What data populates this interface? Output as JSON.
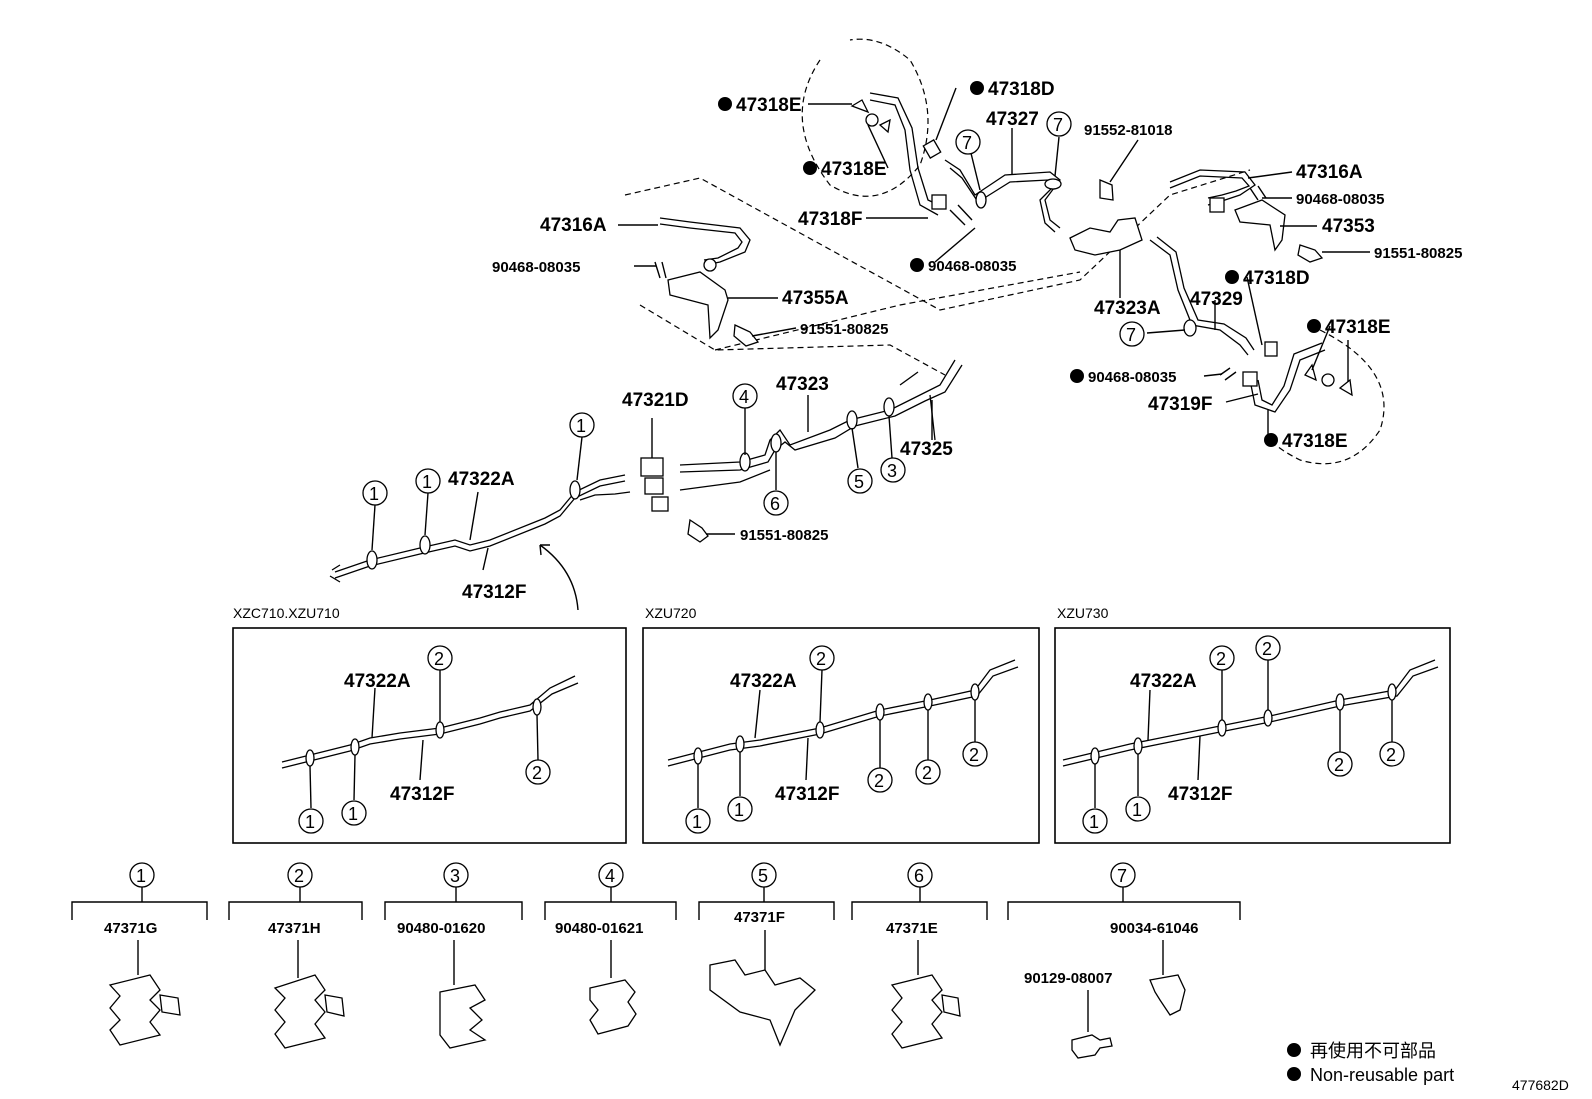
{
  "diagram": {
    "main_labels": {
      "l47318E_a": "47318E",
      "l47318D_a": "47318D",
      "l47327": "47327",
      "l91552": "91552-81018",
      "l47316A_r": "47316A",
      "l90468_r": "90468-08035",
      "l47353": "47353",
      "l91551_r": "91551-80825",
      "l47318E_b": "47318E",
      "l47318F": "47318F",
      "l90468_m": "90468-08035",
      "l47316A_l": "47316A",
      "l90468_l": "90468-08035",
      "l47355A": "47355A",
      "l91551_l": "91551-80825",
      "l47318D_b": "47318D",
      "l47323A": "47323A",
      "l47329": "47329",
      "l47318E_c": "47318E",
      "l90468_b": "90468-08035",
      "l47319F": "47319F",
      "l47318E_d": "47318E",
      "l47321D": "47321D",
      "l47323": "47323",
      "l47325": "47325",
      "l47322A": "47322A",
      "l47312F": "47312F",
      "l91551_c": "91551-80825"
    },
    "circles": {
      "c7a": "7",
      "c7b": "7",
      "c7c": "7",
      "c4": "4",
      "c5": "5",
      "c3": "3",
      "c6": "6",
      "c1a": "1",
      "c1b": "1",
      "c1c": "1"
    },
    "variants": [
      {
        "title": "XZC710.XZU710",
        "p1": "47322A",
        "p2": "47312F",
        "clamps": [
          "2",
          "2",
          "1",
          "1"
        ]
      },
      {
        "title": "XZU720",
        "p1": "47322A",
        "p2": "47312F",
        "clamps": [
          "2",
          "2",
          "2",
          "2",
          "1",
          "1"
        ]
      },
      {
        "title": "XZU730",
        "p1": "47322A",
        "p2": "47312F",
        "clamps": [
          "2",
          "2",
          "2",
          "2",
          "1",
          "1"
        ]
      }
    ],
    "clamp_parts": [
      {
        "num": "1",
        "part": "47371G"
      },
      {
        "num": "2",
        "part": "47371H"
      },
      {
        "num": "3",
        "part": "90480-01620"
      },
      {
        "num": "4",
        "part": "90480-01621"
      },
      {
        "num": "5",
        "part": "47371F"
      },
      {
        "num": "6",
        "part": "47371E"
      },
      {
        "num": "7",
        "part": "90034-61046",
        "part2": "90129-08007"
      }
    ],
    "legend": {
      "line1": "再使用不可部品",
      "line2": "Non-reusable part"
    },
    "figure_id": "477682D"
  }
}
